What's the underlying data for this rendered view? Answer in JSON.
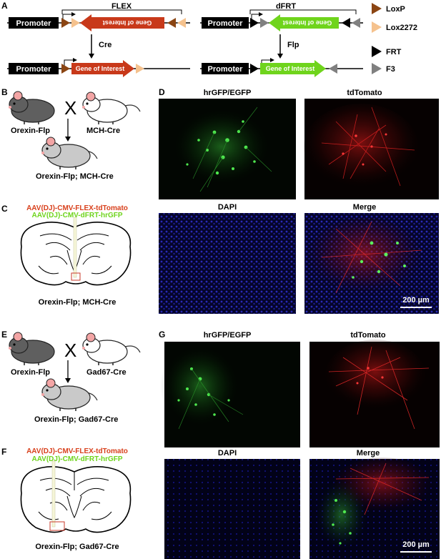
{
  "panel_letters": {
    "a": "A",
    "b": "B",
    "c": "C",
    "d": "D",
    "e": "E",
    "f": "F",
    "g": "G"
  },
  "panelA": {
    "flex_title": "FLEX",
    "dfrt_title": "dFRT",
    "promoter": "Promoter",
    "gene_of_interest": "Gene of Interest",
    "cre": "Cre",
    "flp": "Flp",
    "legend": [
      {
        "label": "LoxP",
        "color": "#8B4513"
      },
      {
        "label": "Lox2272",
        "color": "#F5C28E"
      },
      {
        "label": "FRT",
        "color": "#000000"
      },
      {
        "label": "F3",
        "color": "#808080"
      }
    ]
  },
  "panelB": {
    "left_mouse": "Orexin-Flp",
    "right_mouse": "MCH-Cre",
    "cross": "X",
    "offspring": "Orexin-Flp; MCH-Cre"
  },
  "panelC": {
    "virus1": "AAV(DJ)-CMV-FLEX-tdTomato",
    "virus2": "AAV(DJ)-CMV-dFRT-hrGFP",
    "caption": "Orexin-Flp; MCH-Cre"
  },
  "panelD": {
    "t1": "hrGFP/EGFP",
    "t2": "tdTomato",
    "t3": "DAPI",
    "t4": "Merge",
    "scale": "200 µm"
  },
  "panelE": {
    "left_mouse": "Orexin-Flp",
    "right_mouse": "Gad67-Cre",
    "cross": "X",
    "offspring": "Orexin-Flp; Gad67-Cre"
  },
  "panelF": {
    "virus1": "AAV(DJ)-CMV-FLEX-tdTomato",
    "virus2": "AAV(DJ)-CMV-dFRT-hrGFP",
    "caption": "Orexin-Flp; Gad67-Cre"
  },
  "panelG": {
    "t1": "hrGFP/EGFP",
    "t2": "tdTomato",
    "t3": "DAPI",
    "t4": "Merge",
    "scale": "200 µm"
  },
  "colors": {
    "cre_red": "#C8391A",
    "flp_green": "#6FD41C",
    "loxp": "#8B4513",
    "lox2272": "#F5C28E",
    "frt": "#000000",
    "f3": "#808080",
    "virus_red": "#D8401C",
    "virus_green": "#6FD41C"
  }
}
